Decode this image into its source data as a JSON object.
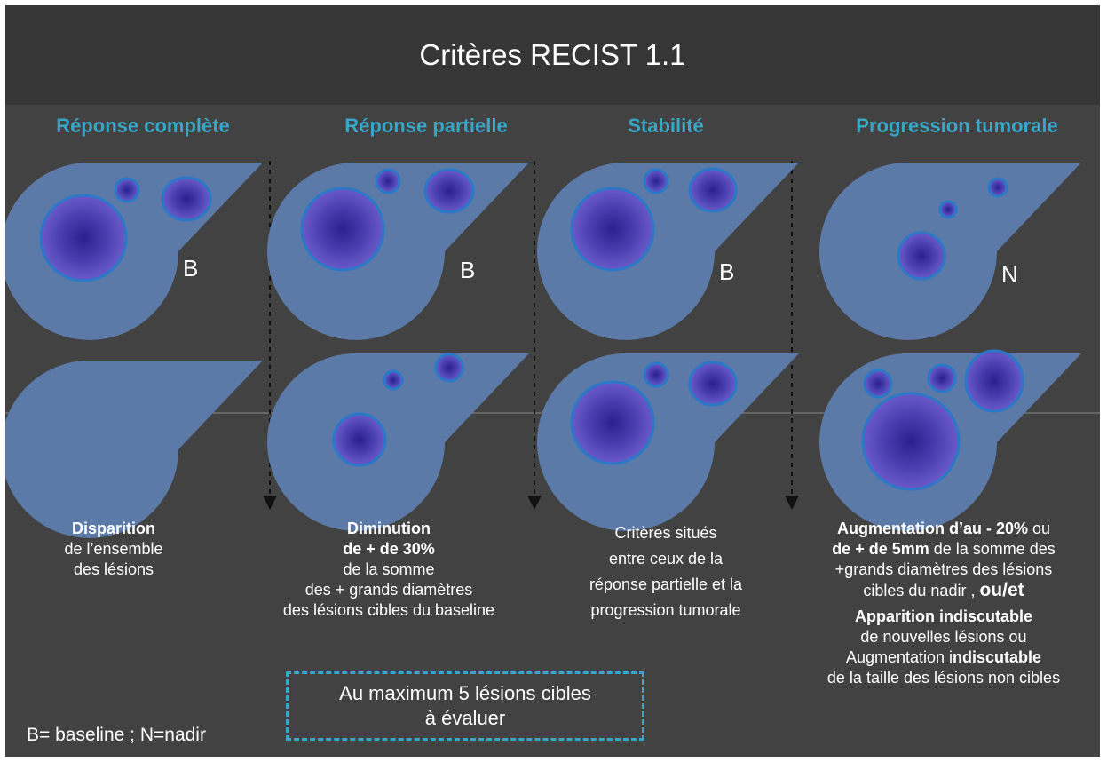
{
  "title": "Critères RECIST 1.1",
  "columns": [
    {
      "heading": "Réponse complète",
      "baseline_letter": "B",
      "desc_bold_1": "Disparition",
      "desc_line_2": "de l’ensemble",
      "desc_line_3": "des lésions"
    },
    {
      "heading": "Réponse  partielle",
      "baseline_letter": "B",
      "desc_bold_1": "Diminution",
      "desc_bold_2": "de + de 30%",
      "desc_line_3": "de la somme",
      "desc_line_4": "des + grands diamètres",
      "desc_line_5": "des lésions cibles du baseline"
    },
    {
      "heading": "Stabilité",
      "baseline_letter": "B",
      "desc_line_1": "Critères situés",
      "desc_line_2": "entre ceux de la",
      "desc_line_3": "réponse partielle et la",
      "desc_line_4": "progression tumorale"
    },
    {
      "heading": "Progression tumorale",
      "baseline_letter": "N",
      "desc_l1_bold": "Augmentation d’au - 20%",
      "desc_l1_tail": " ou",
      "desc_l2_bold": "de + de 5mm",
      "desc_l2_tail": " de la somme des",
      "desc_l3": "+grands diamètres des lésions",
      "desc_l4_text": "cibles du nadir , ",
      "desc_l4_big": "ou/et",
      "desc_l5_bold": "Apparition i",
      "desc_l5_tail": "ndiscutable",
      "desc_l6": "de nouvelles lésions ou",
      "desc_l7_text": "Augmentation i",
      "desc_l7_bold": "ndiscutable",
      "desc_l8": "de la taille des lésions non cibles"
    }
  ],
  "max_box": {
    "line1": "Au maximum 5 lésions cibles",
    "line2": "à évaluer"
  },
  "legend": "B= baseline ; N=nadir",
  "colors": {
    "heading": "#38a6c6",
    "organ": "#5c7aa8",
    "lesion_outline": "#2a78c8",
    "lesion_center": "#2a1f8c",
    "lesion_edge": "#6a5ac8"
  }
}
